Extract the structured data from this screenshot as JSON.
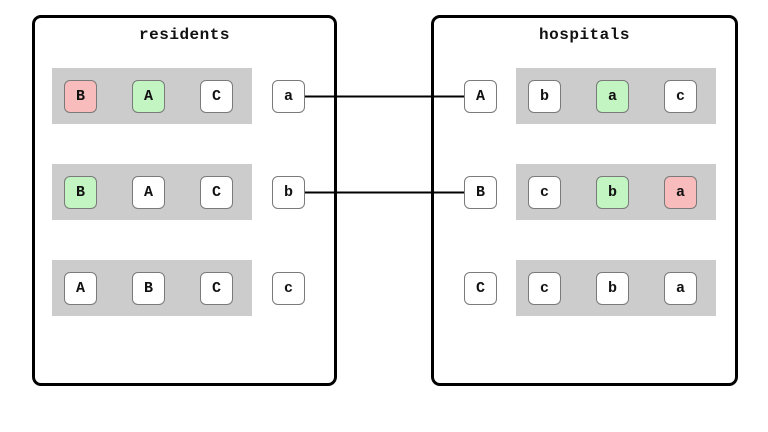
{
  "residents": {
    "title": "residents",
    "rows": [
      {
        "prefs": [
          {
            "label": "B",
            "color": "red"
          },
          {
            "label": "A",
            "color": "green"
          },
          {
            "label": "C",
            "color": "white"
          }
        ],
        "name": "a"
      },
      {
        "prefs": [
          {
            "label": "B",
            "color": "green"
          },
          {
            "label": "A",
            "color": "white"
          },
          {
            "label": "C",
            "color": "white"
          }
        ],
        "name": "b"
      },
      {
        "prefs": [
          {
            "label": "A",
            "color": "white"
          },
          {
            "label": "B",
            "color": "white"
          },
          {
            "label": "C",
            "color": "white"
          }
        ],
        "name": "c"
      }
    ]
  },
  "hospitals": {
    "title": "hospitals",
    "rows": [
      {
        "name": "A",
        "prefs": [
          {
            "label": "b",
            "color": "white"
          },
          {
            "label": "a",
            "color": "green"
          },
          {
            "label": "c",
            "color": "white"
          }
        ]
      },
      {
        "name": "B",
        "prefs": [
          {
            "label": "c",
            "color": "white"
          },
          {
            "label": "b",
            "color": "green"
          },
          {
            "label": "a",
            "color": "red"
          }
        ]
      },
      {
        "name": "C",
        "prefs": [
          {
            "label": "c",
            "color": "white"
          },
          {
            "label": "b",
            "color": "white"
          },
          {
            "label": "a",
            "color": "white"
          }
        ]
      }
    ]
  },
  "matches": [
    [
      "a",
      "A"
    ],
    [
      "b",
      "B"
    ]
  ],
  "colors": {
    "green": "#c3f5c3",
    "red": "#f9bcbc",
    "white": "#ffffff",
    "strip": "#cccccc"
  }
}
